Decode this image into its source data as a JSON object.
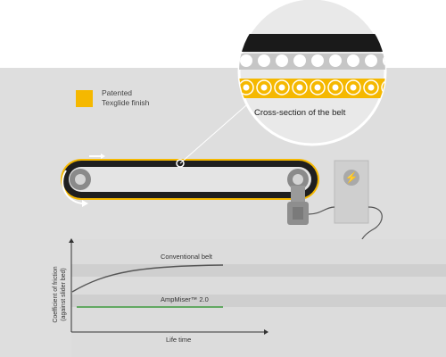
{
  "legend": {
    "line1": "Patented",
    "line2": "Texglide finish",
    "color": "#f5b800"
  },
  "callout": {
    "caption": "Cross-section of the belt"
  },
  "chart": {
    "ylabel_line1": "Coefficient of friction",
    "ylabel_line2": "(against slider bed)",
    "xlabel": "Life time",
    "series": [
      {
        "name": "Conventional belt",
        "color": "#555555"
      },
      {
        "name": "AmpMiser™ 2.0",
        "color": "#3c9a3c"
      }
    ]
  },
  "colors": {
    "accent": "#f5b800",
    "panel": "#dedede",
    "belt": "#1a1a1a",
    "green": "#3c9a3c"
  },
  "icons": {
    "charger": "lightning-bolt-icon"
  }
}
